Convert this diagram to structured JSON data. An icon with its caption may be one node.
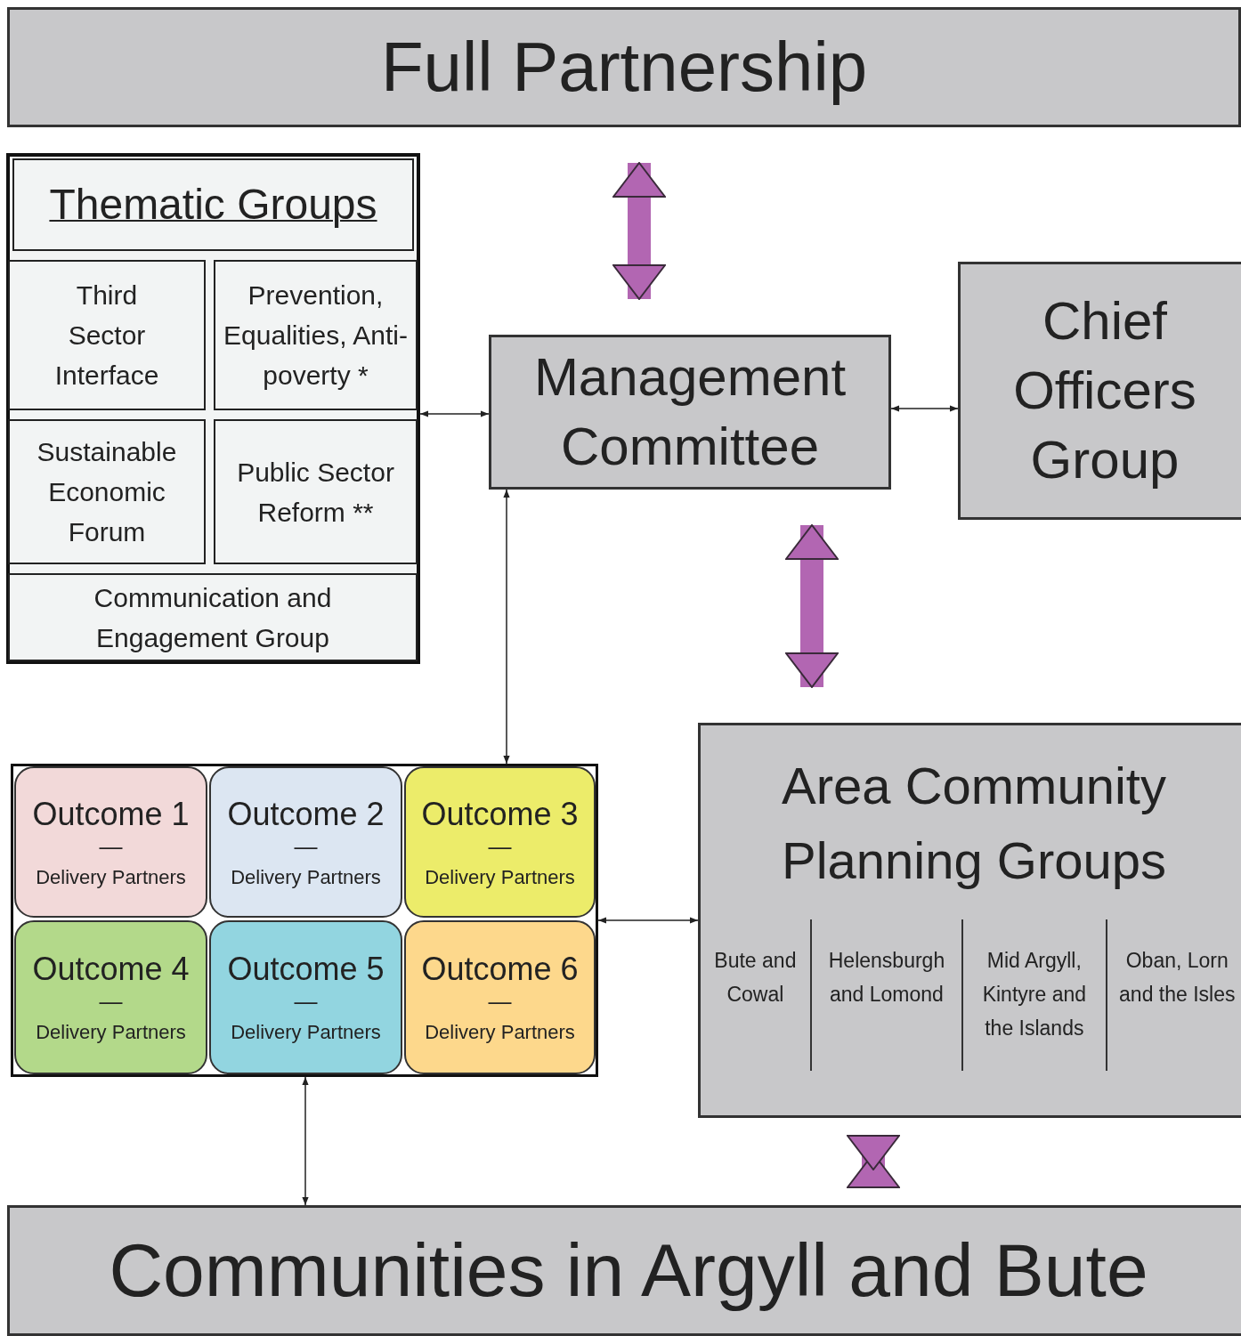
{
  "diagram": {
    "nodes": [
      {
        "text": [
          "Full Partnership"
        ]
      },
      {
        "text": [
          "Thematic Groups"
        ]
      },
      {
        "text": [
          "Third Sector Interface"
        ],
        "in": 1
      },
      {
        "text": [
          "Prevention, Equalities, Anti-poverty *"
        ],
        "in": 1
      },
      {
        "text": [
          "Sustainable Economic Forum"
        ],
        "in": 1
      },
      {
        "text": [
          "Public Sector Reform **"
        ],
        "in": 1
      },
      {
        "text": [
          "Communication and Engagement Group"
        ],
        "in": 1
      },
      {
        "text": [
          "Management Committee"
        ]
      },
      {
        "text": [
          "Chief Officers Group"
        ]
      },
      {
        "text": [],
        "shape": "box"
      },
      {
        "text": [
          "Outcome 1",
          "—",
          "Delivery Partners"
        ],
        "in": 9
      },
      {
        "text": [
          "Outcome 2",
          "—",
          "Delivery Partners"
        ],
        "in": 9
      },
      {
        "text": [
          "Outcome 3",
          "—",
          "Delivery Partners"
        ],
        "in": 9
      },
      {
        "text": [
          "Outcome 4",
          "—",
          "Delivery Partners"
        ],
        "in": 9
      },
      {
        "text": [
          "Outcome 5",
          "—",
          "Delivery Partners"
        ],
        "in": 9
      },
      {
        "text": [
          "Outcome 6",
          "—",
          "Delivery Partners"
        ],
        "in": 9
      },
      {
        "text": [
          "Area Community Planning Groups",
          "Bute and Cowal",
          "Helensburgh and Lomond",
          "Mid Argyll, Kintyre and the Islands",
          "Oban, Lorn and the Isles"
        ]
      },
      {
        "text": [
          "Communities in Argyll and Bute"
        ]
      }
    ],
    "edges": [
      {
        "from": 0,
        "to": 7,
        "arrow": "both",
        "style": "thick",
        "color": "#b266b2"
      },
      {
        "from": 1,
        "to": 7,
        "arrow": "both"
      },
      {
        "from": 7,
        "to": 8,
        "arrow": "both"
      },
      {
        "from": 7,
        "to": 9,
        "arrow": "both"
      },
      {
        "from": 7,
        "to": 16,
        "arrow": "both",
        "style": "thick",
        "color": "#b266b2"
      },
      {
        "from": 9,
        "to": 16,
        "arrow": "both"
      },
      {
        "from": 9,
        "to": 17,
        "arrow": "both"
      },
      {
        "from": 16,
        "to": 17,
        "arrow": "both",
        "style": "thick",
        "color": "#b266b2"
      }
    ]
  }
}
